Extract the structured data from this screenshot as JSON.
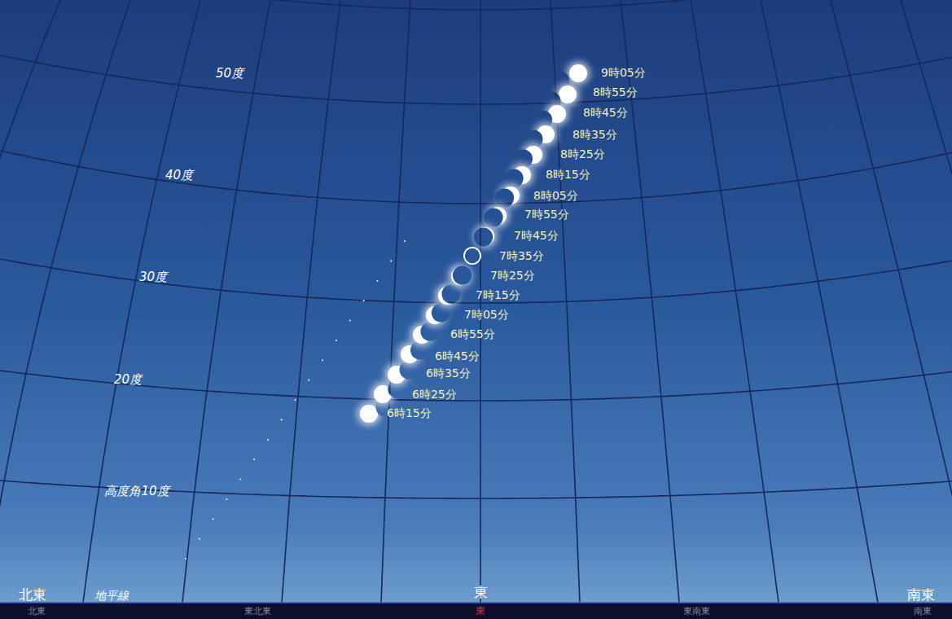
{
  "diagram": {
    "labels": [
      "50度",
      "40度",
      "30度",
      "20度",
      "高度角10度",
      "9時05分",
      "8時55分",
      "8時45分",
      "8時35分",
      "8時25分",
      "8時15分",
      "8時05分",
      "7時55分",
      "7時45分",
      "7時35分",
      "7時25分",
      "7時15分",
      "7時05分",
      "6時55分",
      "6時45分",
      "6時35分",
      "6時25分",
      "6時15分",
      "北東",
      "地平線",
      "東",
      "南東",
      "北東",
      "東北東",
      "東",
      "東南東",
      "南東"
    ]
  }
}
